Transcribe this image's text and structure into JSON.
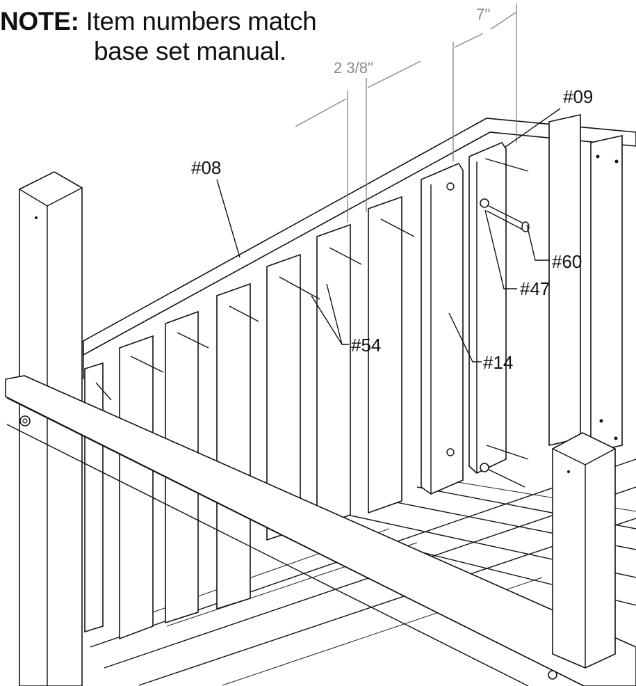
{
  "note": {
    "label": "NOTE:",
    "line1": "Item numbers match",
    "line2": "base set manual."
  },
  "dimensions": {
    "spacing_baluster": "2 3/8''",
    "spacing_end": "7''"
  },
  "callouts": {
    "top_rail": "#08",
    "end_post_board": "#09",
    "bolt": "#60",
    "washer": "#47",
    "screws": "#54",
    "wide_board": "#14"
  },
  "colors": {
    "line": "#111111",
    "dimension": "#8a8a8a",
    "background": "#ffffff"
  }
}
